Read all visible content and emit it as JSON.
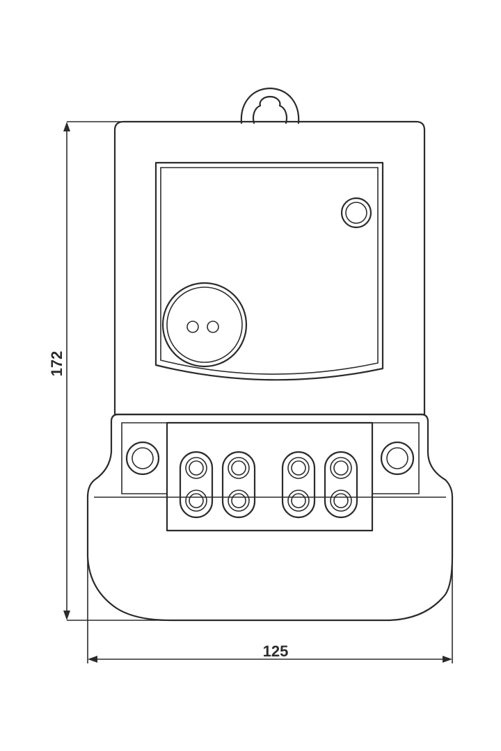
{
  "drawing": {
    "subject": "electricity-meter-outline",
    "line_color": "#2b2b2b",
    "background": "#ffffff"
  },
  "dimensions": {
    "height_label": "172",
    "width_label": "125"
  }
}
